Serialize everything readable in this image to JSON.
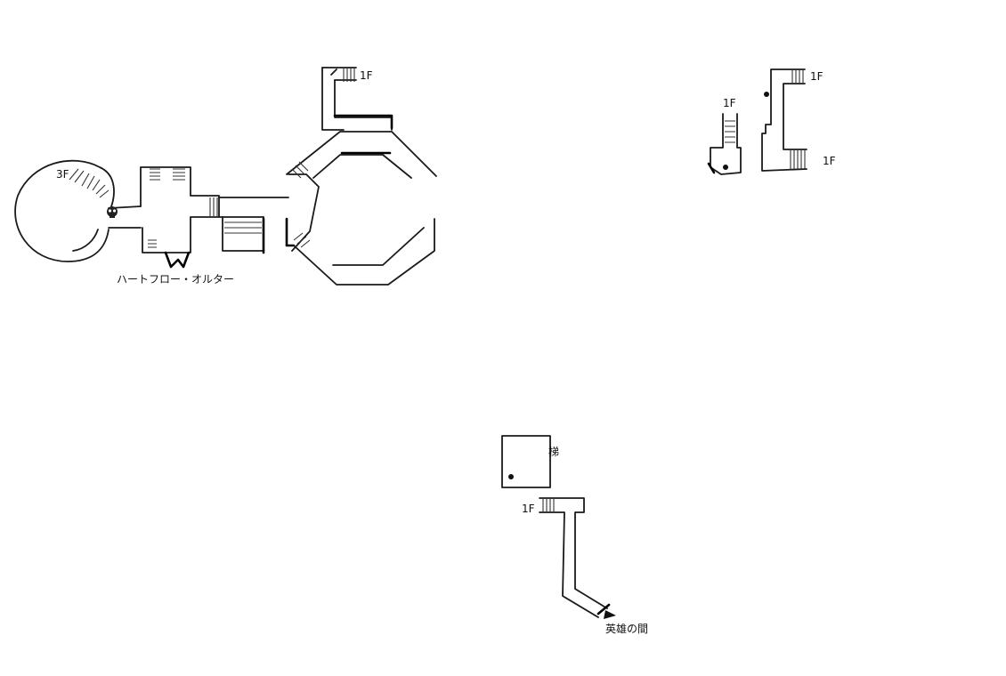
{
  "labels": {
    "floor_1f": "1F",
    "floor_3f": "3F",
    "heartflow_altar": "ハートフロー・オルター",
    "ladder": "梯",
    "hall_of_heroes": "英雄の間"
  },
  "icons": {
    "skull": "skull-icon",
    "point": "point-marker-icon",
    "arrow": "arrow-icon"
  },
  "colors": {
    "ink": "#1a1a1a",
    "background": "#ffffff"
  }
}
